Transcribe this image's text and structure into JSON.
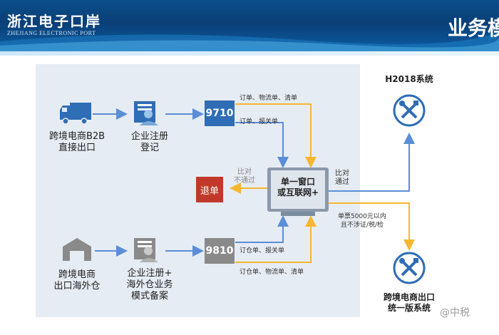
{
  "header": {
    "logo_cn": "浙江电子口岸",
    "logo_en": "ZHEJIANG ELECTRONIC PORT",
    "title": "业务模",
    "colors": {
      "primary": "#0b4f8a",
      "accent": "#2f6db5"
    }
  },
  "diagram": {
    "b2b_label_line1": "跨境电商B2B",
    "b2b_label_line2": "直接出口",
    "reg1_line1": "企业注册",
    "reg1_line2": "登记",
    "code_9710": "9710",
    "code_9810": "9810",
    "top_line_label": "订单、物流单、清单",
    "top_line2_label": "订单、报关单",
    "window_line1": "单一窗口",
    "window_line2": "或互联网+",
    "reject_label": "退单",
    "fail_line1": "比对",
    "fail_line2": "不通过",
    "pass_line1": "比对",
    "pass_line2": "通过",
    "h2018_label": "H2018系统",
    "threshold_line1": "单票5000元以内",
    "threshold_line2": "且不涉证/税/检",
    "unified_line1": "跨境电商出口",
    "unified_line2": "统一版系统",
    "overseas_line1": "跨境电商",
    "overseas_line2": "出口海外仓",
    "reg2_line1": "企业注册+",
    "reg2_line2": "海外仓业务",
    "reg2_line3": "模式备案",
    "bottom_line1_label": "订仓单、报关单",
    "bottom_line2_label": "订仓单、物流单、清单",
    "colors": {
      "blue_arrow": "#5b8ed6",
      "yellow_arrow": "#f5b731",
      "reject": "#c0392b",
      "code_blue": "#2f6db5",
      "code_gray": "#8a8a8a"
    }
  },
  "watermark": "@中税"
}
